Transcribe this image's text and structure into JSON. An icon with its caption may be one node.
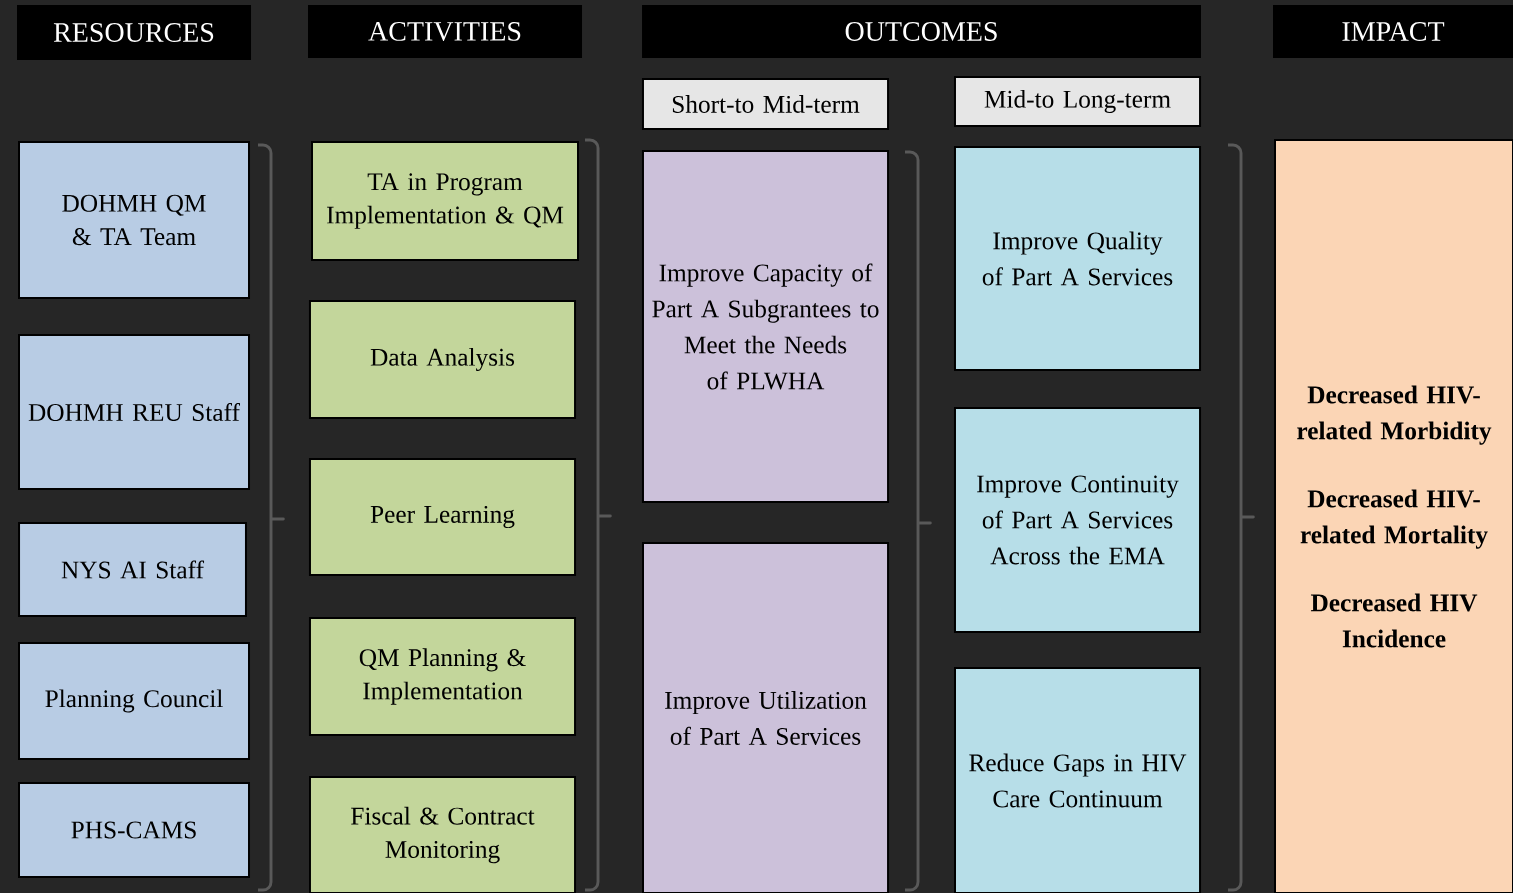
{
  "diagram": {
    "nodes": [
      {
        "text": [
          "RESOURCES"
        ]
      },
      {
        "text": [
          "ACTIVITIES"
        ]
      },
      {
        "text": [
          "OUTCOMES"
        ]
      },
      {
        "text": [
          "IMPACT"
        ]
      },
      {
        "text": [
          "Short-to Mid-term"
        ]
      },
      {
        "text": [
          "Mid-to Long-term"
        ]
      },
      {
        "text": [
          "DOHMH QM & TA Team"
        ]
      },
      {
        "text": [
          "DOHMH REU Staff"
        ]
      },
      {
        "text": [
          "NYS AI Staff"
        ]
      },
      {
        "text": [
          "Planning Council"
        ]
      },
      {
        "text": [
          "PHS-CAMS"
        ]
      },
      {
        "text": [
          "TA in Program Implementation & QM"
        ]
      },
      {
        "text": [
          "Data Analysis"
        ]
      },
      {
        "text": [
          "Peer Learning"
        ]
      },
      {
        "text": [
          "QM Planning & Implementation"
        ]
      },
      {
        "text": [
          "Fiscal & Contract Monitoring"
        ]
      },
      {
        "text": [
          "Improve Capacity of Part A Subgrantees to Meet the Needs of PLWHA"
        ]
      },
      {
        "text": [
          "Improve Utilization of Part A Services"
        ]
      },
      {
        "text": [
          "Improve Quality of Part A Services"
        ]
      },
      {
        "text": [
          "Improve Continuity of Part A Services Across the EMA"
        ]
      },
      {
        "text": [
          "Reduce Gaps in HIV Care Continuum"
        ]
      },
      {
        "text": [
          "Decreased HIV-related Morbidity",
          "Decreased HIV-related Mortality",
          "Decreased HIV Incidence"
        ]
      }
    ]
  }
}
